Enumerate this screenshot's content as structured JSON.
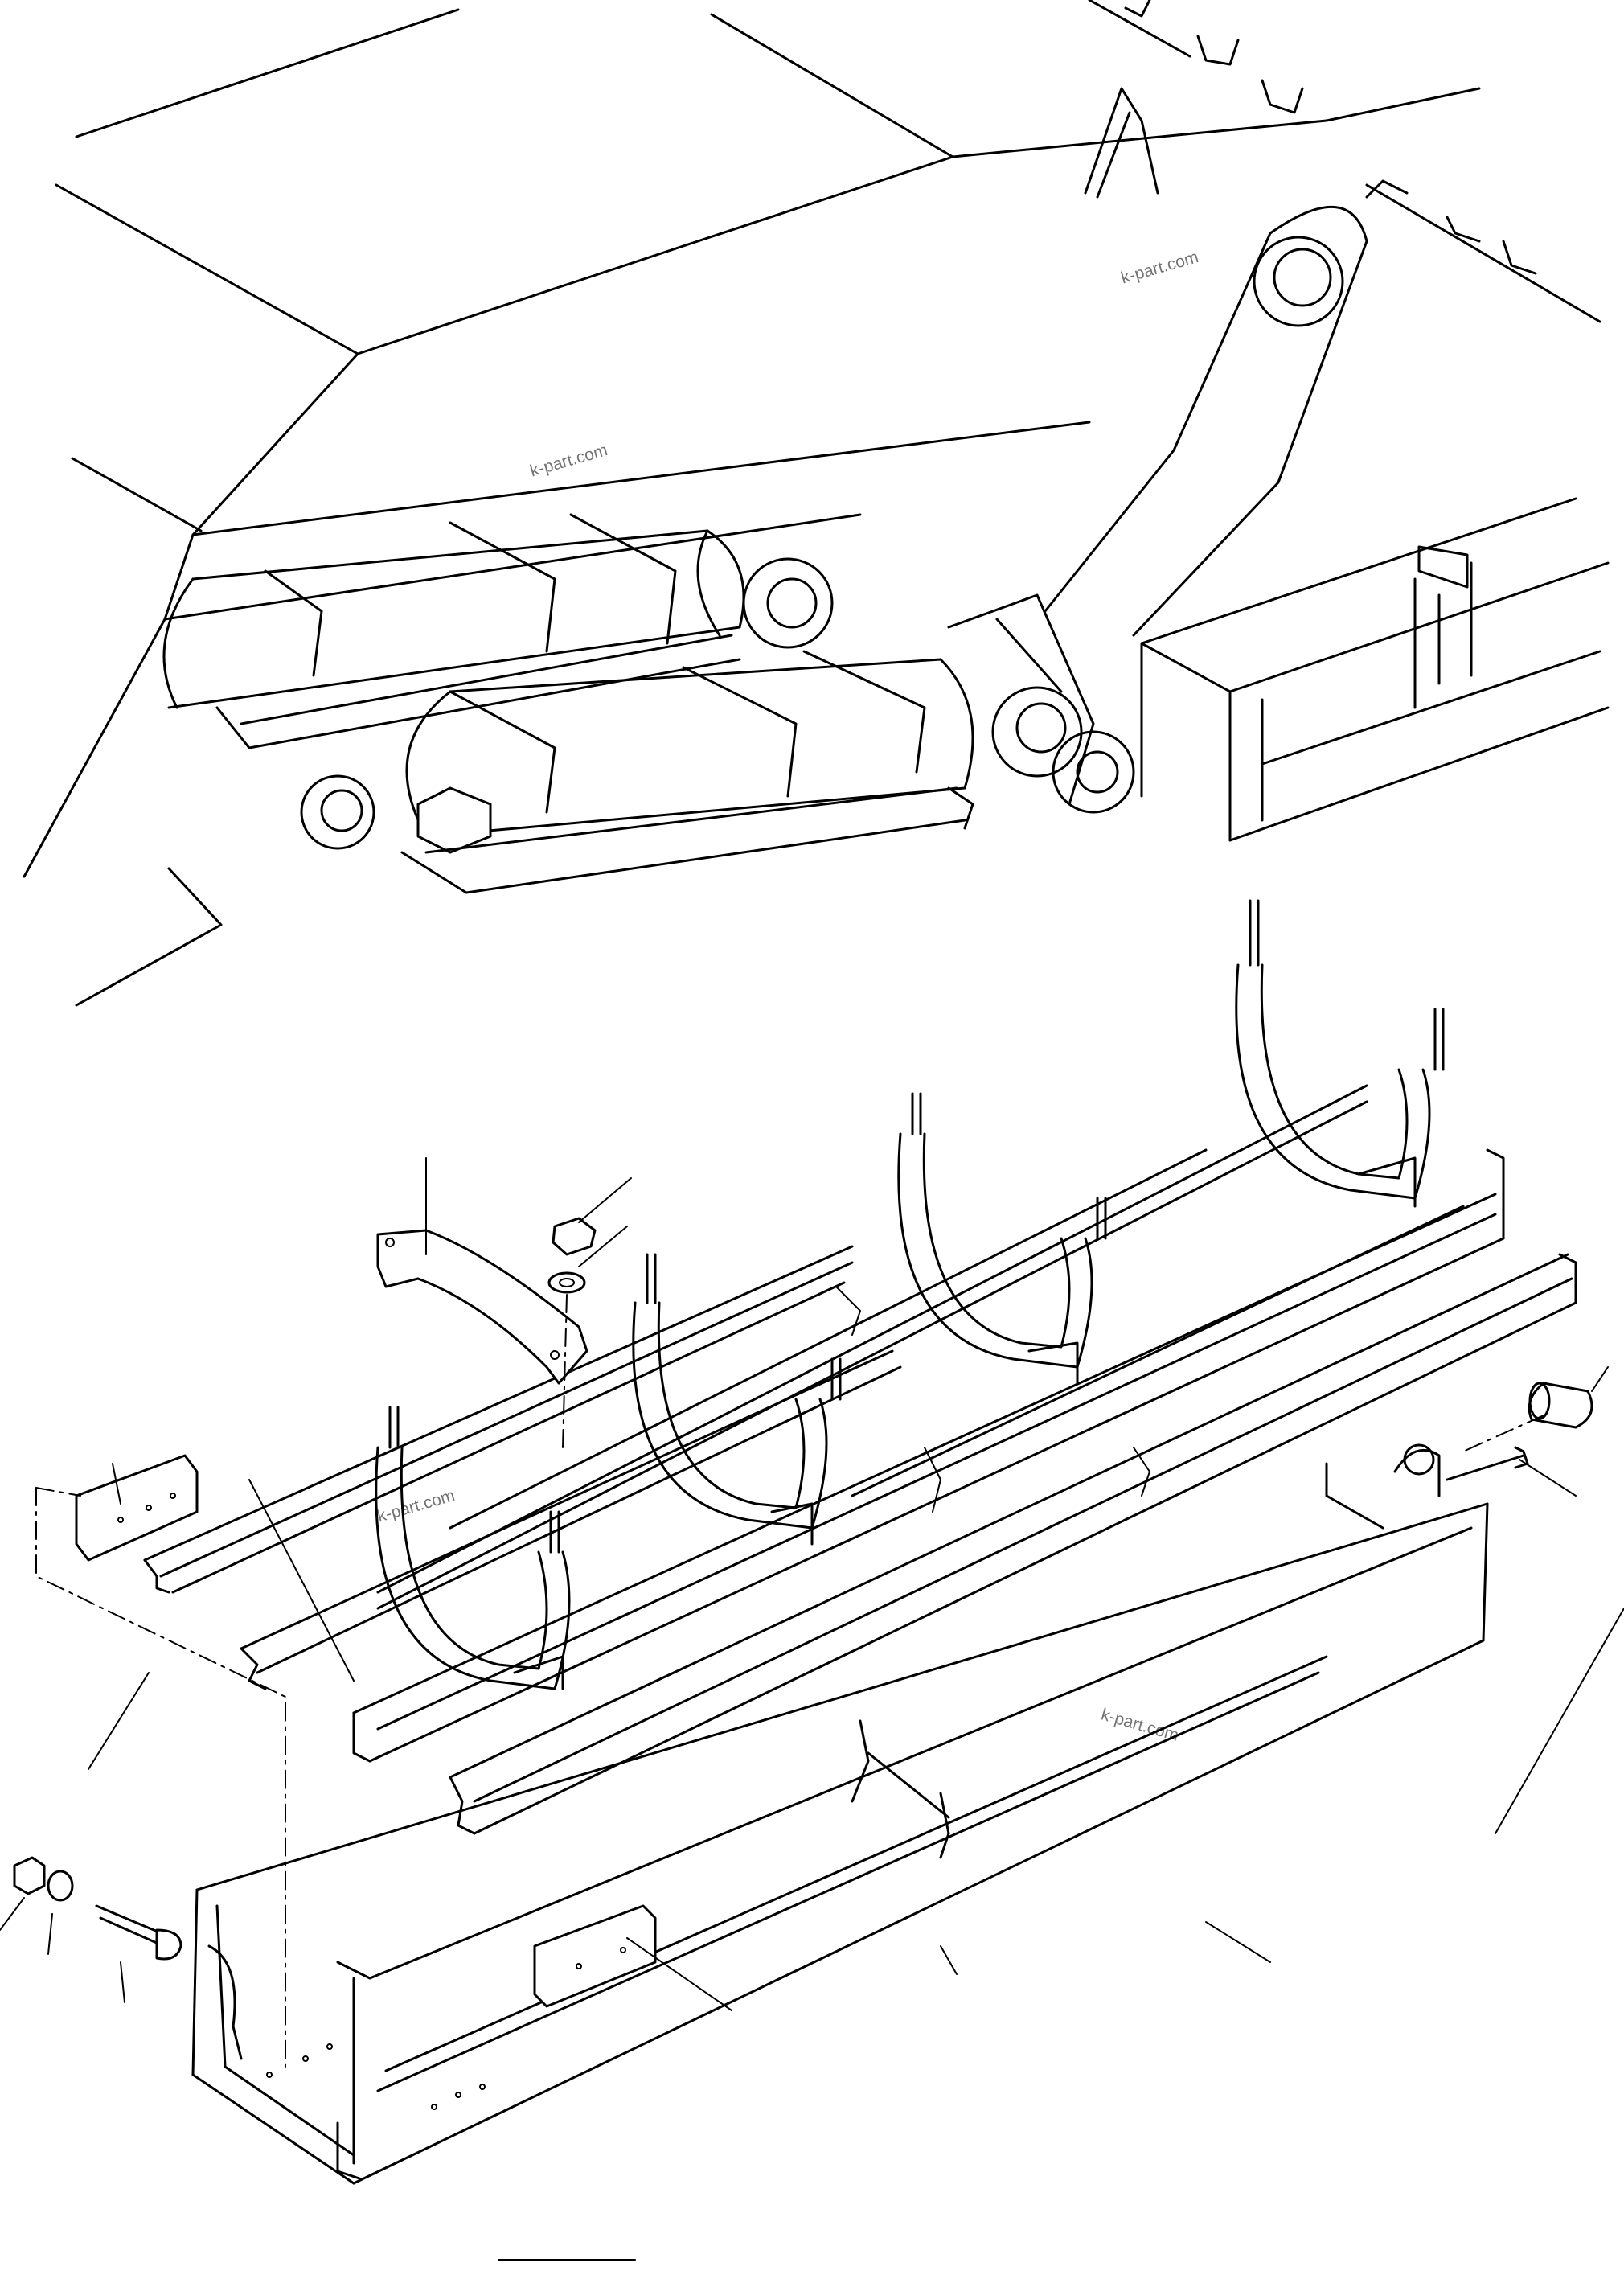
{
  "diagram": {
    "type": "exploded parts illustration",
    "line_color": "#000000",
    "background_color": "#ffffff"
  },
  "watermarks": [
    {
      "text": "k-part.com"
    },
    {
      "text": "k-part.com"
    },
    {
      "text": "k-part.com"
    },
    {
      "text": "k-part.com"
    }
  ]
}
